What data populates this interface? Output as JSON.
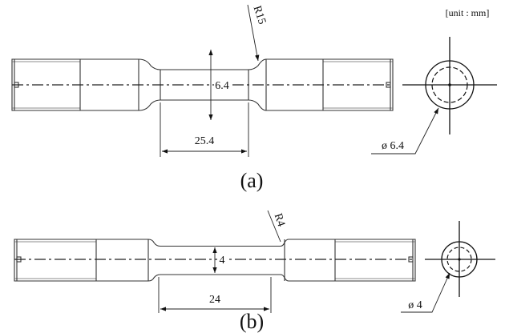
{
  "unit_label": "[unit : mm]",
  "specimen_a": {
    "label": "(a)",
    "radius": "R15",
    "gauge_diameter": "6.4",
    "gauge_length": "25.4",
    "section_diameter": "ø 6.4"
  },
  "specimen_b": {
    "label": "(b)",
    "radius": "R4",
    "gauge_diameter": "4",
    "gauge_length": "24",
    "section_diameter": "ø 4"
  }
}
